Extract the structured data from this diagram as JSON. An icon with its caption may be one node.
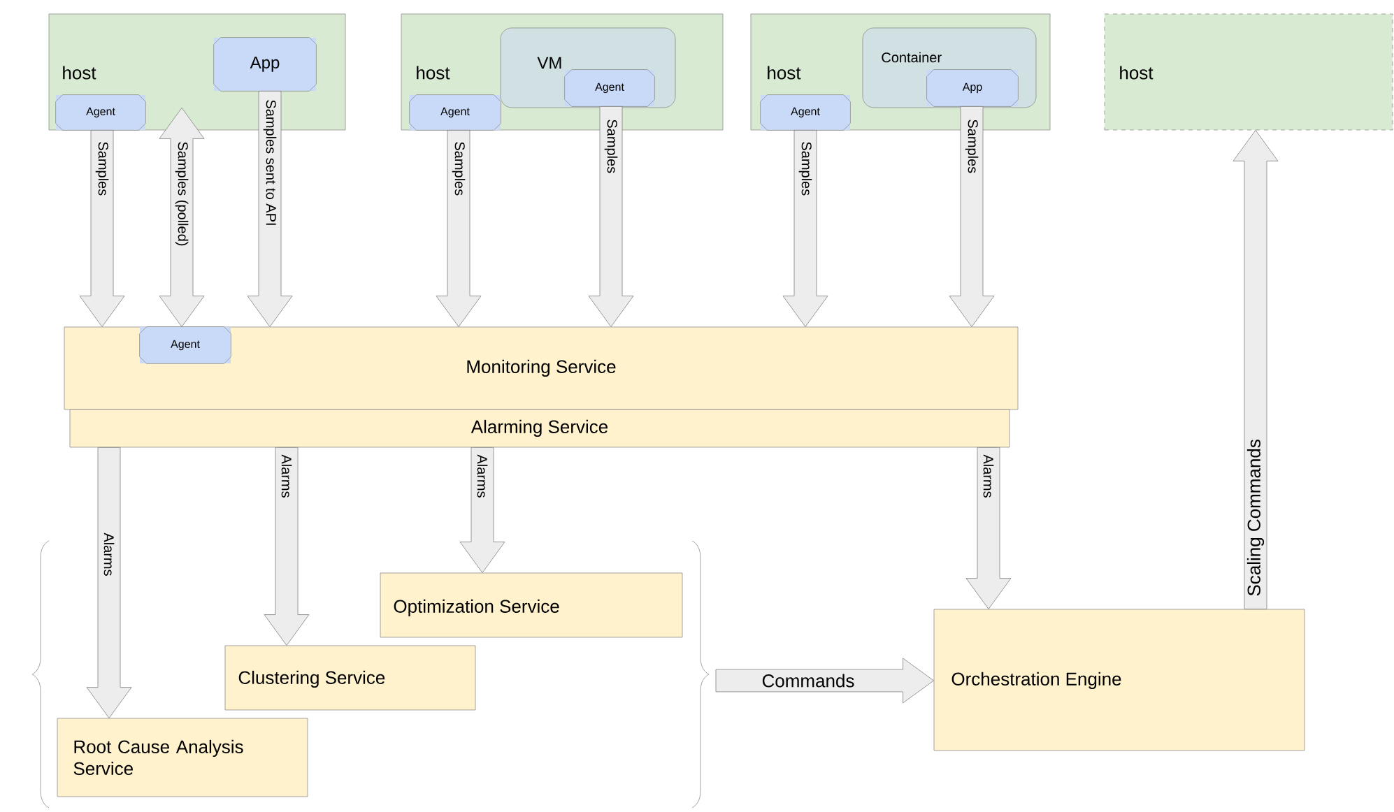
{
  "diagram": {
    "nodes": [
      {
        "text": [
          "host"
        ]
      },
      {
        "text": [
          "Agent"
        ],
        "in": 0
      },
      {
        "text": [
          "App"
        ],
        "in": 0
      },
      {
        "text": [
          "host"
        ]
      },
      {
        "text": [
          "Agent"
        ],
        "in": 3
      },
      {
        "text": [
          "VM"
        ],
        "in": 3
      },
      {
        "text": [
          "Agent"
        ],
        "in": 5
      },
      {
        "text": [
          "host"
        ]
      },
      {
        "text": [
          "Agent"
        ],
        "in": 7
      },
      {
        "text": [
          "Container"
        ],
        "in": 7
      },
      {
        "text": [
          "App"
        ],
        "in": 9
      },
      {
        "text": [
          "host"
        ]
      },
      {
        "text": [
          "Monitoring Service"
        ]
      },
      {
        "text": [
          "Agent"
        ],
        "in": 12
      },
      {
        "text": [
          "Alarming Service"
        ]
      },
      {
        "text": [
          "Optimization Service"
        ]
      },
      {
        "text": [
          "Clustering Service"
        ]
      },
      {
        "text": [
          "Root Cause Analysis Service"
        ]
      },
      {
        "text": [
          "Orchestration Engine"
        ]
      }
    ],
    "edges": [
      {
        "from": 1,
        "to": 12,
        "arrow": "to",
        "label": "Samples"
      },
      {
        "from": 0,
        "to": 13,
        "arrow": "both",
        "label": "Samples (polled)"
      },
      {
        "from": 2,
        "to": 12,
        "arrow": "to",
        "label": "Samples sent to API"
      },
      {
        "from": 4,
        "to": 12,
        "arrow": "to",
        "label": "Samples"
      },
      {
        "from": 6,
        "to": 12,
        "arrow": "to",
        "label": "Samples"
      },
      {
        "from": 8,
        "to": 12,
        "arrow": "to",
        "label": "Samples"
      },
      {
        "from": 10,
        "to": 12,
        "arrow": "to",
        "label": "Samples"
      },
      {
        "from": 14,
        "to": 17,
        "arrow": "to",
        "label": "Alarms"
      },
      {
        "from": 14,
        "to": 16,
        "arrow": "to",
        "label": "Alarms"
      },
      {
        "from": 14,
        "to": 15,
        "arrow": "to",
        "label": "Alarms"
      },
      {
        "from": 14,
        "to": 18,
        "arrow": "to",
        "label": "Alarms"
      },
      {
        "from": 18,
        "to": 11,
        "arrow": "to",
        "label": "Scaling Commands"
      },
      {
        "from": null,
        "to": 18,
        "arrow": "to",
        "label": "Commands"
      }
    ]
  }
}
